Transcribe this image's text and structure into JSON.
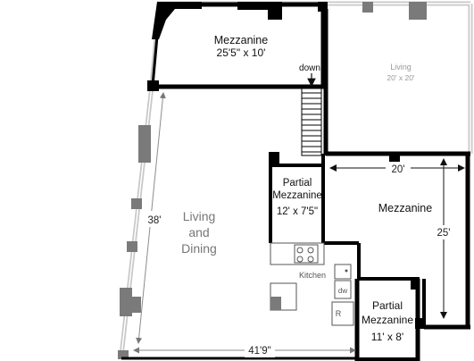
{
  "colors": {
    "wall": "#000000",
    "column": "#7a7a7a",
    "window": "#c8c8c8",
    "dimension_line": "#8c8c8c",
    "faint_text": "#9a9a9a"
  },
  "rooms": {
    "mezzanine_top": {
      "name": "Mezzanine",
      "dims": "25'5\" x 10'"
    },
    "stair_label": "down",
    "living_upper": {
      "name": "Living",
      "dims": "20' x 20'"
    },
    "living_dining": {
      "line1": "Living",
      "line2": "and",
      "line3": "Dining"
    },
    "partial_mezzanine_mid": {
      "line1": "Partial",
      "line2": "Mezzanine",
      "dims": "12' x 7'5\""
    },
    "mezzanine_right": {
      "name": "Mezzanine"
    },
    "partial_mezzanine_bottom": {
      "line1": "Partial",
      "line2": "Mezzanine",
      "dims": "11' x 8'"
    },
    "kitchen": {
      "name": "Kitchen",
      "dw": "dw",
      "fridge": "R"
    }
  },
  "dimensions": {
    "left_wall": "38'",
    "bottom_wall": "41'9\"",
    "mezz_width": "20'",
    "mezz_depth": "25'"
  }
}
